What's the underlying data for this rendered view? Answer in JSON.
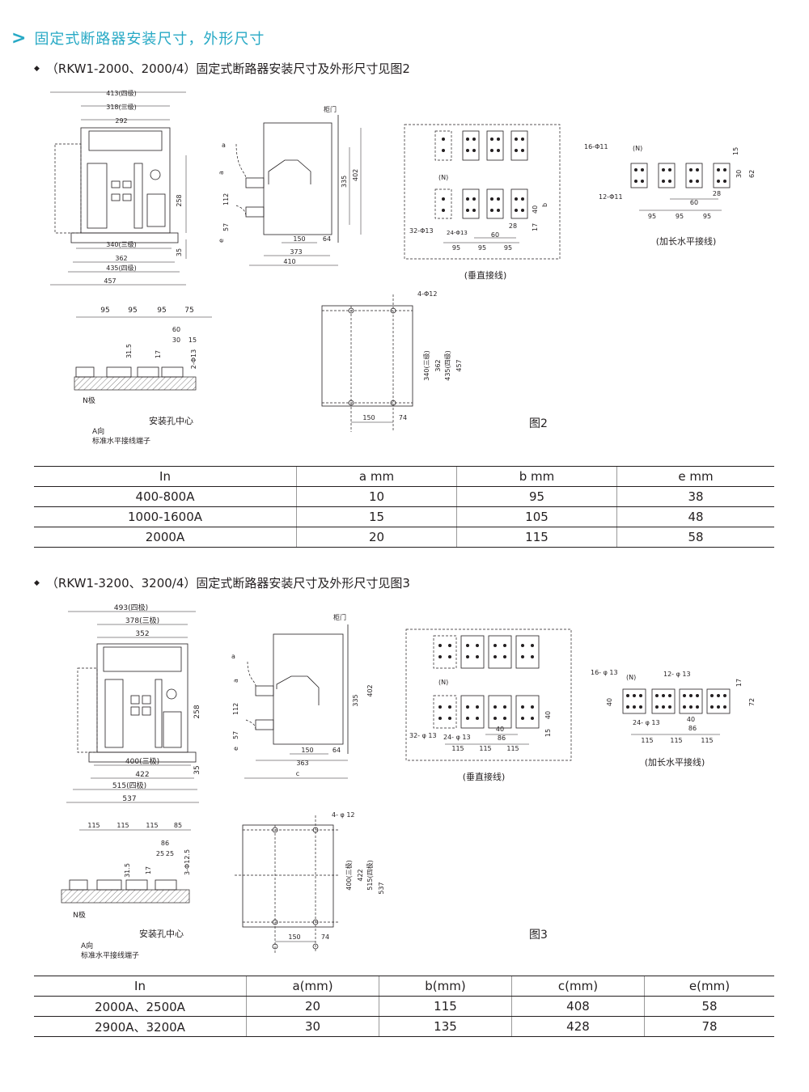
{
  "header": {
    "title": "固定式断路器安装尺寸，外形尺寸"
  },
  "section1": {
    "subtitle": "（RKW1-2000、2000/4）固定式断路器安装尺寸及外形尺寸见图2",
    "front": {
      "d413": "413(四级)",
      "d318": "318(三级)",
      "d292": "292",
      "d258": "258",
      "d340": "340(三级)",
      "d362": "362",
      "d435": "435(四级)",
      "d457": "457",
      "d35": "35"
    },
    "side": {
      "door": "柜门",
      "a": "a",
      "a2": "a",
      "d112": "112",
      "e": "e",
      "d57": "57",
      "d335": "335",
      "d402": "402",
      "d150": "150",
      "d64": "64",
      "d373": "373",
      "d410": "410"
    },
    "vertical": {
      "n": "(N)",
      "b": "b",
      "d40": "40",
      "d17": "17",
      "d28": "28",
      "d60": "60",
      "d95a": "95",
      "d95b": "95",
      "d95c": "95",
      "hole32": "32-Φ13",
      "hole24": "24-Φ13",
      "caption": "(垂直接线)"
    },
    "horizontal": {
      "hole16": "16-Φ11",
      "n": "(N)",
      "hole12": "12-Φ11",
      "d15": "15",
      "d30": "30",
      "d62": "62",
      "d28": "28",
      "d60": "60",
      "d95a": "95",
      "d95b": "95",
      "d95c": "95",
      "caption": "(加长水平接线)"
    },
    "terminal": {
      "d95a": "95",
      "d95b": "95",
      "d95c": "95",
      "d75": "75",
      "d60": "60",
      "d30": "30",
      "d15": "15",
      "d31_5": "31.5",
      "d17": "17",
      "hole": "2-Φ13",
      "npole": "N极",
      "center": "安装孔中心",
      "dir": "A向",
      "std": "标准水平接线端子"
    },
    "mount": {
      "hole": "4-Φ12",
      "d340": "340(三级)",
      "d362": "362",
      "d435": "435(四级)",
      "d457": "457",
      "d150": "150",
      "d74": "74"
    },
    "figure": "图2",
    "table": {
      "headers": [
        "In",
        "a mm",
        "b mm",
        "e mm"
      ],
      "rows": [
        [
          "400-800A",
          "10",
          "95",
          "38"
        ],
        [
          "1000-1600A",
          "15",
          "105",
          "48"
        ],
        [
          "2000A",
          "20",
          "115",
          "58"
        ]
      ]
    }
  },
  "section2": {
    "subtitle": "（RKW1-3200、3200/4）固定式断路器安装尺寸及外形尺寸见图3",
    "front": {
      "d493": "493(四极)",
      "d378": "378(三极)",
      "d352": "352",
      "d258": "258",
      "d400": "400(三极)",
      "d422": "422",
      "d515": "515(四极)",
      "d537": "537",
      "d35": "35"
    },
    "side": {
      "door": "柜门",
      "a": "a",
      "a2": "a",
      "d112": "112",
      "e": "e",
      "d57": "57",
      "d335": "335",
      "d402": "402",
      "d150": "150",
      "d64": "64",
      "d363": "363",
      "c": "c"
    },
    "vertical": {
      "n": "(N)",
      "d40": "40",
      "d40b": "40",
      "d86": "86",
      "d15": "15",
      "d115a": "115",
      "d115b": "115",
      "d115c": "115",
      "hole32": "32- φ 13",
      "hole24": "24- φ 13",
      "caption": "(垂直接线)"
    },
    "horizontal": {
      "hole16": "16- φ 13",
      "n": "(N)",
      "hole12": "12- φ 13",
      "d17": "17",
      "d40": "40",
      "d72": "72",
      "hole24": "24- φ 13",
      "d40b": "40",
      "d86": "86",
      "d115a": "115",
      "d115b": "115",
      "d115c": "115",
      "caption": "(加长水平接线)"
    },
    "terminal": {
      "d115a": "115",
      "d115b": "115",
      "d115c": "115",
      "d85": "85",
      "d86": "86",
      "d25a": "25",
      "d25b": "25",
      "d31_5": "31.5",
      "d17": "17",
      "hole": "3-Φ12.5",
      "npole": "N极",
      "center": "安装孔中心",
      "dir": "A向",
      "std": "标准水平接线端子"
    },
    "mount": {
      "hole": "4- φ 12",
      "d400": "400(三极)",
      "d422": "422",
      "d515": "515(四极)",
      "d537": "537",
      "d150": "150",
      "d74": "74"
    },
    "figure": "图3",
    "table": {
      "headers": [
        "In",
        "a(mm)",
        "b(mm)",
        "c(mm)",
        "e(mm)"
      ],
      "rows": [
        [
          "2000A、2500A",
          "20",
          "115",
          "408",
          "58"
        ],
        [
          "2900A、3200A",
          "30",
          "135",
          "428",
          "78"
        ]
      ]
    }
  }
}
